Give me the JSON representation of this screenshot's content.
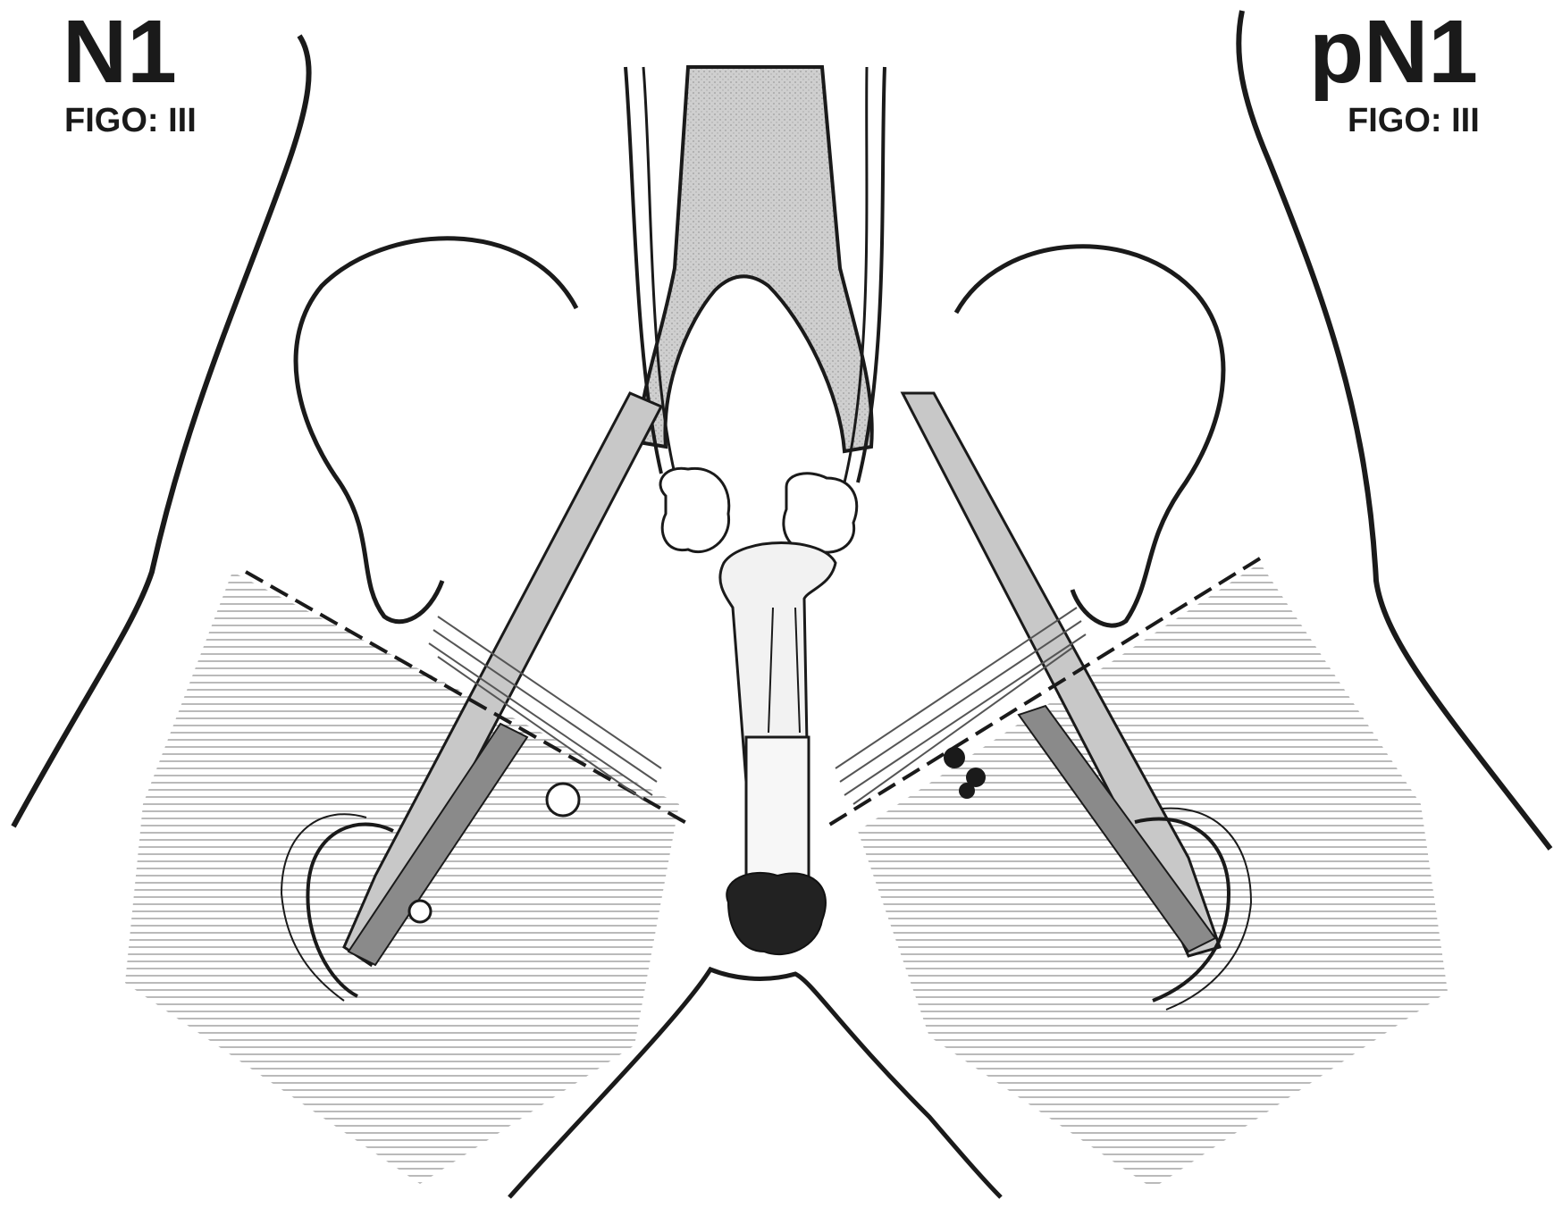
{
  "labels": {
    "left_stage": "N1",
    "left_figo": "FIGO: III",
    "right_stage": "pN1",
    "right_figo": "FIGO: III"
  },
  "colors": {
    "ink": "#1a1a1a",
    "shade": "#bdbdbd",
    "shade_dark": "#7a7a7a",
    "background": "#ffffff"
  }
}
